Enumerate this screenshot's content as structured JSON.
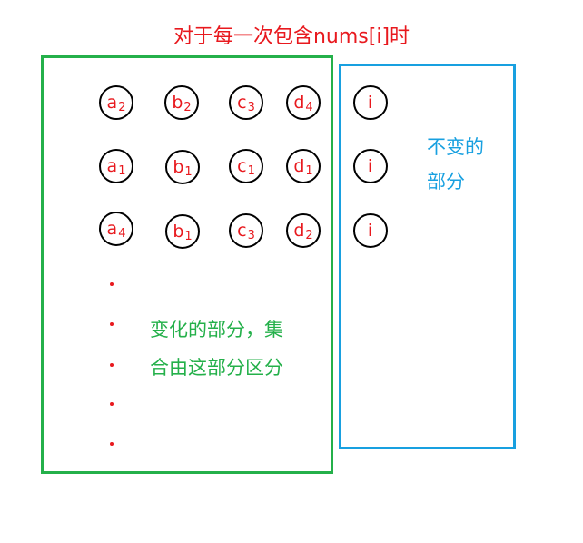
{
  "title": "对于每一次包含nums[i]时",
  "colors": {
    "title": "#e8191e",
    "varying_box": "#24b04a",
    "fixed_box": "#18a0e0",
    "node_text": "#e8191e"
  },
  "rows": [
    [
      {
        "base": "a",
        "sub": "2"
      },
      {
        "base": "b",
        "sub": "2"
      },
      {
        "base": "c",
        "sub": "3"
      },
      {
        "base": "d",
        "sub": "4"
      },
      {
        "base": "i",
        "sub": ""
      }
    ],
    [
      {
        "base": "a",
        "sub": "1"
      },
      {
        "base": "b",
        "sub": "1"
      },
      {
        "base": "c",
        "sub": "1"
      },
      {
        "base": "d",
        "sub": "1"
      },
      {
        "base": "i",
        "sub": ""
      }
    ],
    [
      {
        "base": "a",
        "sub": "4"
      },
      {
        "base": "b",
        "sub": "1"
      },
      {
        "base": "c",
        "sub": "3"
      },
      {
        "base": "d",
        "sub": "2"
      },
      {
        "base": "i",
        "sub": ""
      }
    ]
  ],
  "varying_label": {
    "line1": "变化的部分，集",
    "line2": "合由这部分区分"
  },
  "fixed_label": {
    "line1": "不变的",
    "line2": "部分"
  }
}
